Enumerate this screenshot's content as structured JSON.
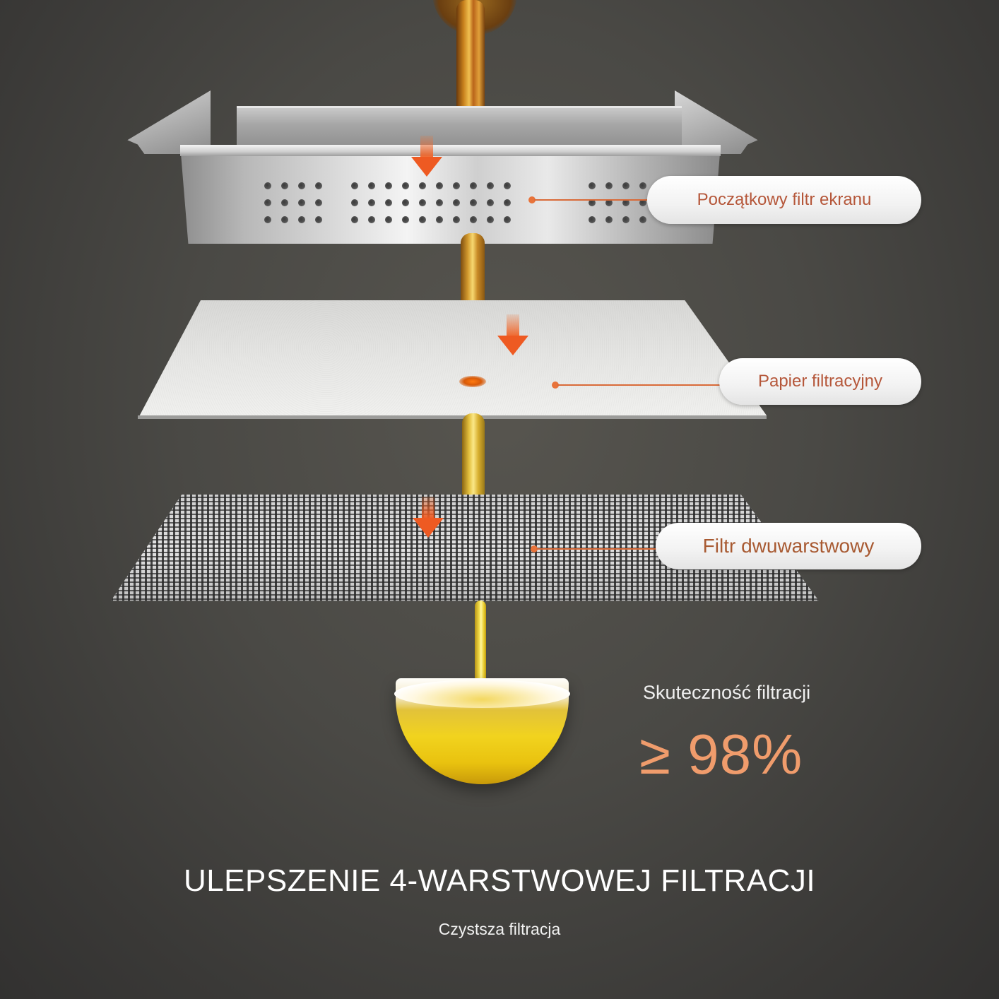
{
  "callouts": {
    "screen_filter": "Początkowy filtr ekranu",
    "filter_paper": "Papier filtracyjny",
    "double_layer_filter": "Filtr dwuwarstwowy"
  },
  "efficiency": {
    "label": "Skuteczność filtracji",
    "value": "≥ 98%"
  },
  "headline": "ULEPSZENIE 4-WARSTWOWEJ FILTRACJI",
  "subheadline": "Czystsza filtracja",
  "colors": {
    "background": "#4a4945",
    "accent_orange": "#e8733a",
    "callout_text": "#b5573a",
    "efficiency_value": "#f09c6c",
    "oil_amber": "#c8801c",
    "oil_yellow": "#f1d31e"
  },
  "icons": [
    "down-arrow-icon",
    "down-arrow-icon",
    "down-arrow-icon"
  ]
}
